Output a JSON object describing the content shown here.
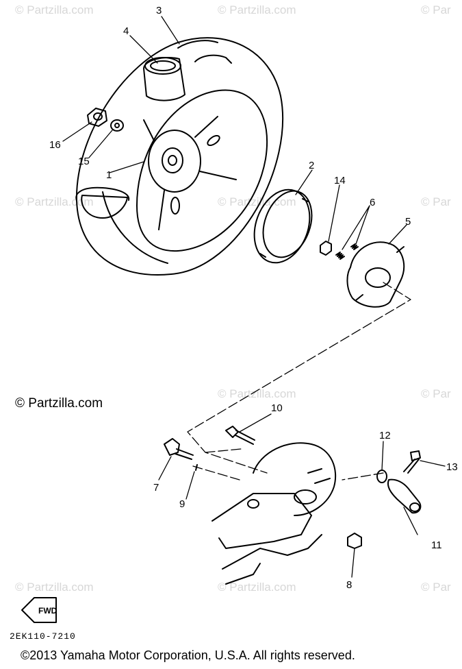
{
  "diagram": {
    "callouts": [
      "1",
      "2",
      "3",
      "4",
      "5",
      "6",
      "7",
      "8",
      "9",
      "10",
      "11",
      "12",
      "13",
      "14",
      "15",
      "16"
    ],
    "fwd_label": "FWD",
    "diagram_code": "2EK110-7210"
  },
  "watermark": {
    "text": "© Partzilla.com",
    "edge_text": "© Par"
  },
  "credit": "© Partzilla.com",
  "copyright": "©2013 Yamaha Motor Corporation, U.S.A. All rights reserved."
}
